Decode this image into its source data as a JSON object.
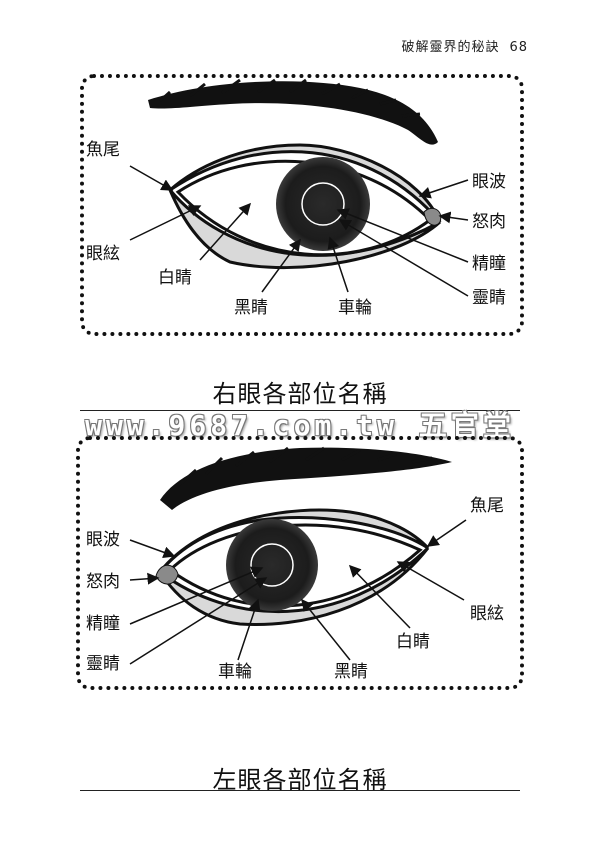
{
  "header": {
    "title": "破解靈界的秘訣",
    "page_number": "68"
  },
  "right_eye": {
    "caption": "右眼各部位名稱",
    "labels": {
      "fish_tail": "魚尾",
      "eye_string": "眼絃",
      "white": "白睛",
      "black": "黑睛",
      "wheel": "車輪",
      "wave": "眼波",
      "anger_flesh": "怒肉",
      "pupil": "精瞳",
      "spirit": "靈睛"
    }
  },
  "left_eye": {
    "caption": "左眼各部位名稱",
    "labels": {
      "wave": "眼波",
      "anger_flesh": "怒肉",
      "pupil": "精瞳",
      "spirit": "靈睛",
      "wheel": "車輪",
      "black": "黑睛",
      "white": "白睛",
      "eye_string": "眼絃",
      "fish_tail": "魚尾"
    }
  },
  "watermark": "www.9687.com.tw 五官堂",
  "colors": {
    "ink": "#111111",
    "iris": "#1e1e1e",
    "lid_band": "#d9d9d9",
    "caruncle": "#8a8a8a"
  }
}
